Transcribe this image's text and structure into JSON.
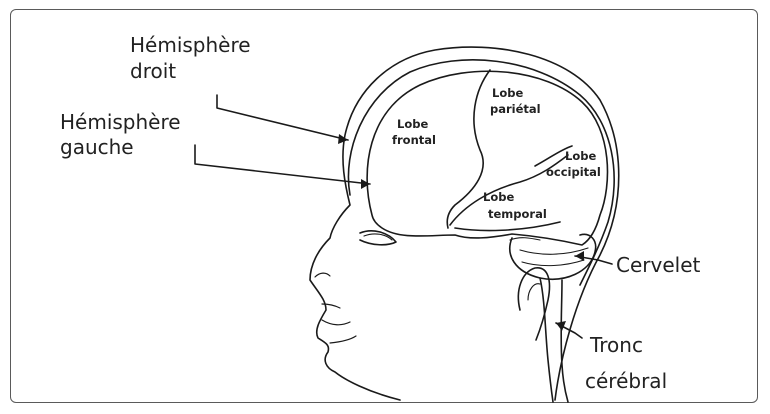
{
  "labels": {
    "hemisphere_right_line1": "Hémisphère",
    "hemisphere_right_line2": "droit",
    "hemisphere_left_line1": "Hémisphère",
    "hemisphere_left_line2": "gauche",
    "frontal_line1": "Lobe",
    "frontal_line2": "frontal",
    "parietal_line1": "Lobe",
    "parietal_line2": "pariétal",
    "occipital_line1": "Lobe",
    "occipital_line2": "occipital",
    "temporal_line1": "Lobe",
    "temporal_line2": "temporal",
    "cerebellum": "Cervelet",
    "brainstem_line1": "Tronc",
    "brainstem_line2": "cérébral"
  },
  "colors": {
    "line": "#1a1a1a",
    "text": "#222222",
    "frame": "#5a5a5a"
  }
}
